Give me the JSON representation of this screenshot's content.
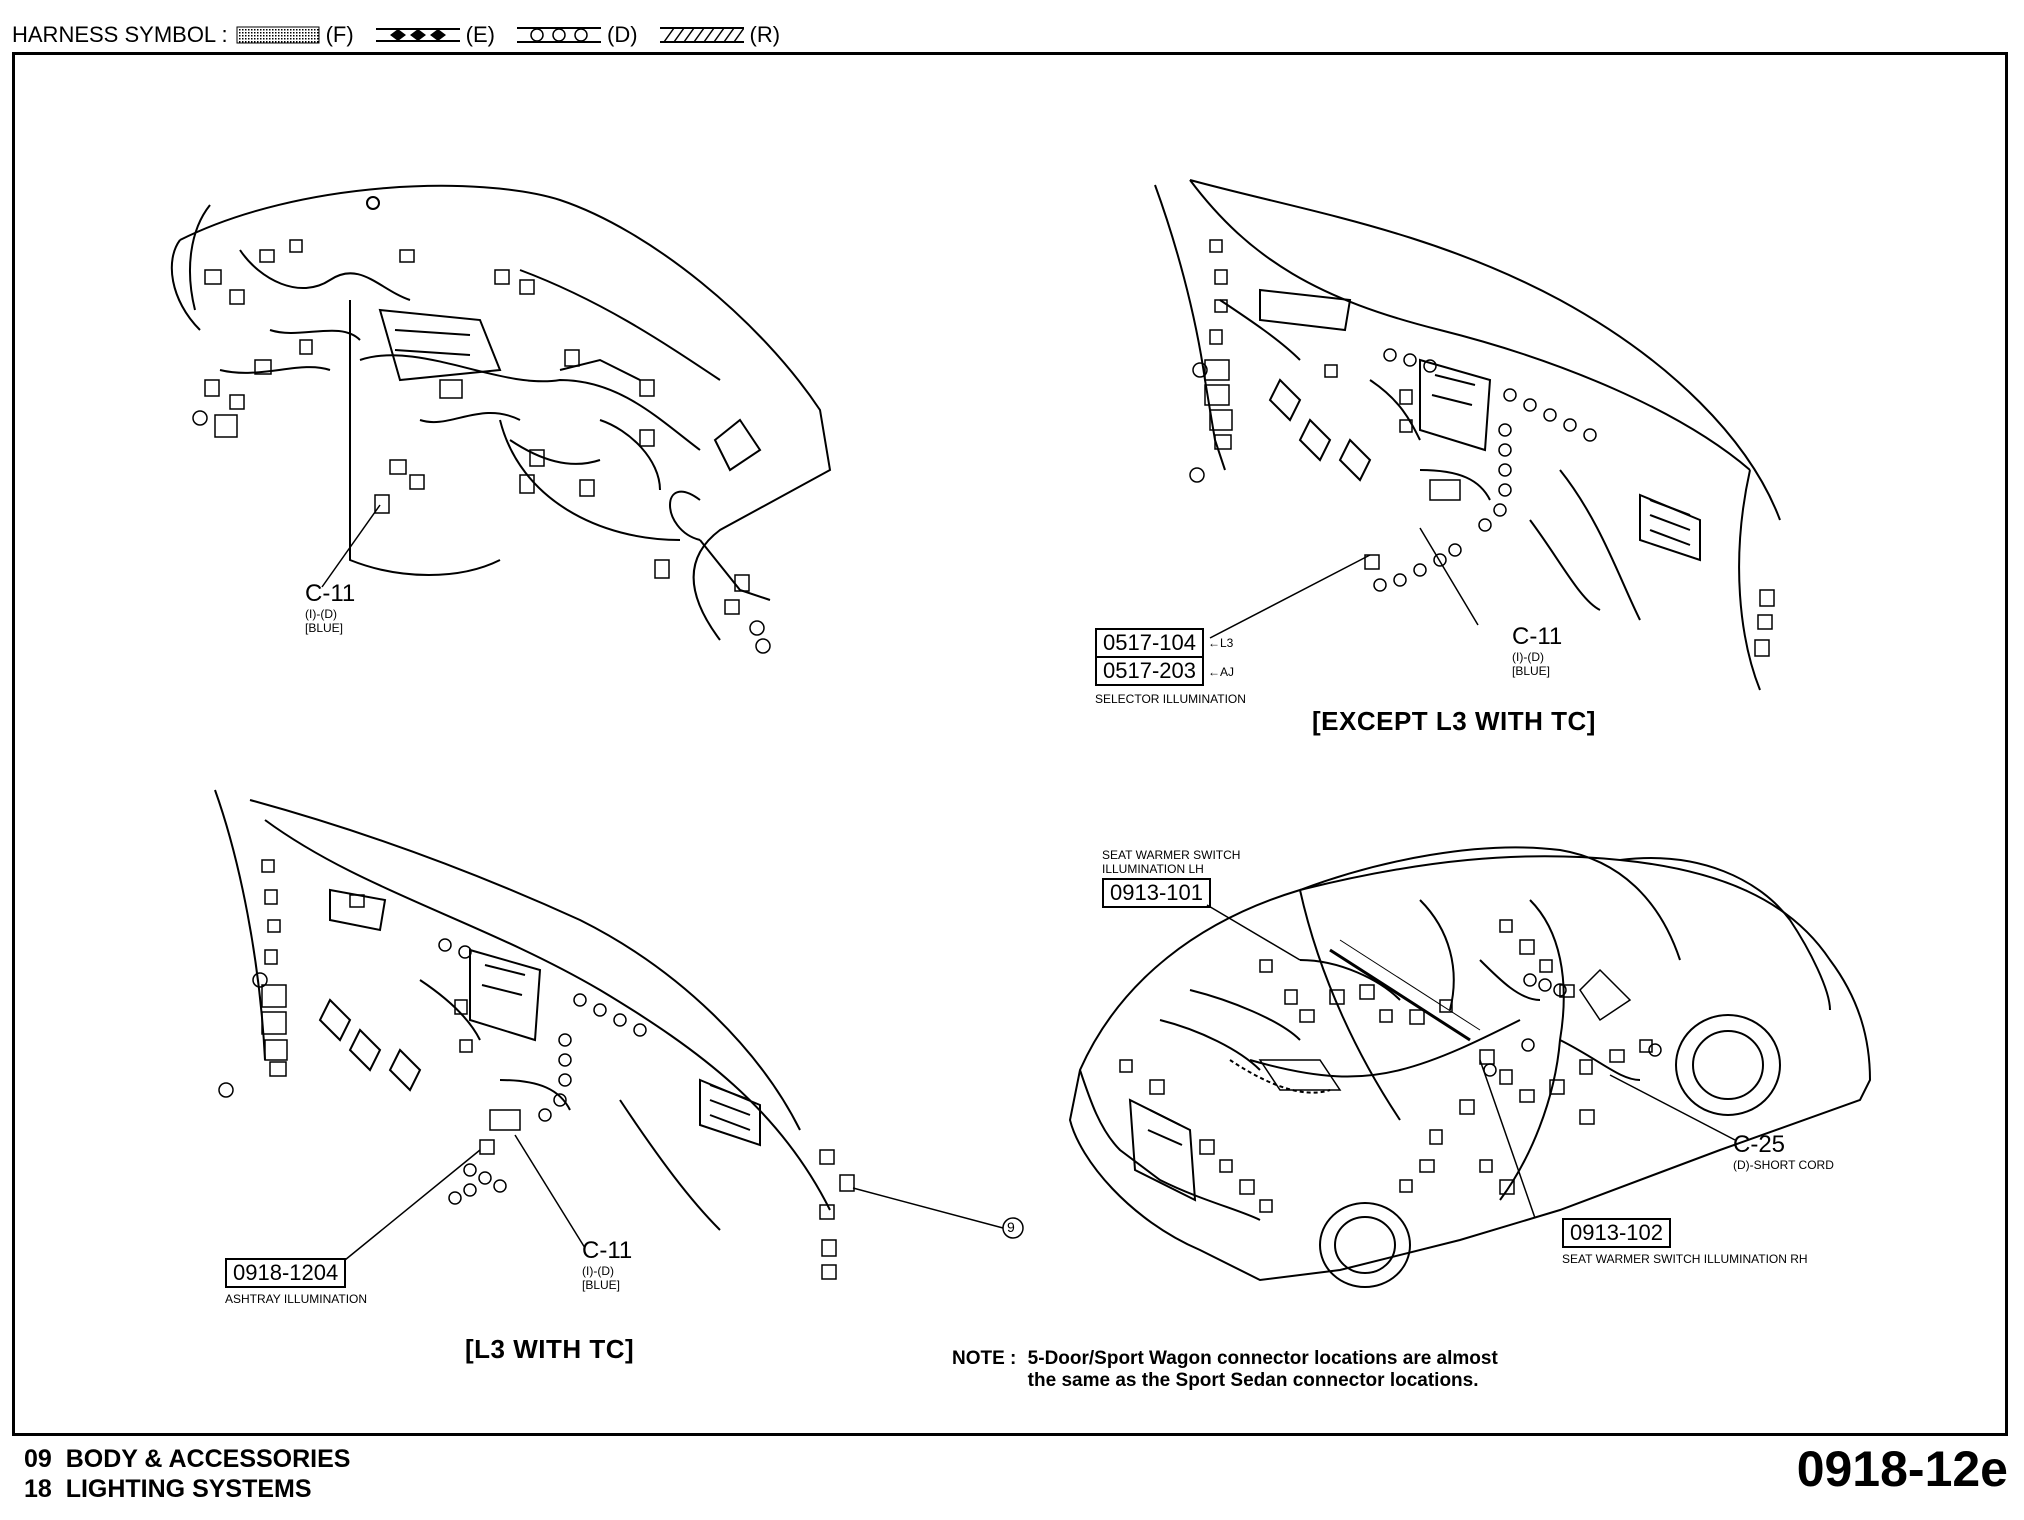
{
  "legend": {
    "title": "HARNESS SYMBOL :",
    "items": [
      {
        "code": "(F)",
        "pattern": "dotted-fill"
      },
      {
        "code": "(E)",
        "pattern": "diamonds"
      },
      {
        "code": "(D)",
        "pattern": "circles"
      },
      {
        "code": "(R)",
        "pattern": "hatched"
      }
    ]
  },
  "panels": {
    "top_left": {
      "connector": {
        "id": "C-11",
        "spec": "(I)-(D)",
        "color": "[BLUE]"
      }
    },
    "top_right": {
      "caption": "[EXCEPT L3 WITH TC]",
      "connector": {
        "id": "C-11",
        "spec": "(I)-(D)",
        "color": "[BLUE]"
      },
      "codes": [
        {
          "code": "0517-104",
          "tag": "L3"
        },
        {
          "code": "0517-203",
          "tag": "AJ"
        }
      ],
      "codes_label": "SELECTOR ILLUMINATION"
    },
    "bottom_left": {
      "caption": "[L3 WITH TC]",
      "connector": {
        "id": "C-11",
        "spec": "(I)-(D)",
        "color": "[BLUE]"
      },
      "code": "0918-1204",
      "code_label": "ASHTRAY ILLUMINATION",
      "circle_ref": "9"
    },
    "bottom_right": {
      "lh_label_1": "SEAT WARMER SWITCH",
      "lh_label_2": "ILLUMINATION LH",
      "lh_code": "0913-101",
      "connector": {
        "id": "C-25",
        "spec": "(D)-SHORT CORD"
      },
      "rh_code": "0913-102",
      "rh_label": "SEAT WARMER SWITCH ILLUMINATION RH"
    }
  },
  "note": {
    "prefix": "NOTE :",
    "line1": "5-Door/Sport Wagon connector locations are almost",
    "line2": "the same as the Sport Sedan connector locations."
  },
  "footer": {
    "line1": "09  BODY & ACCESSORIES",
    "line2": "18  LIGHTING SYSTEMS",
    "page_code": "0918-12e"
  }
}
